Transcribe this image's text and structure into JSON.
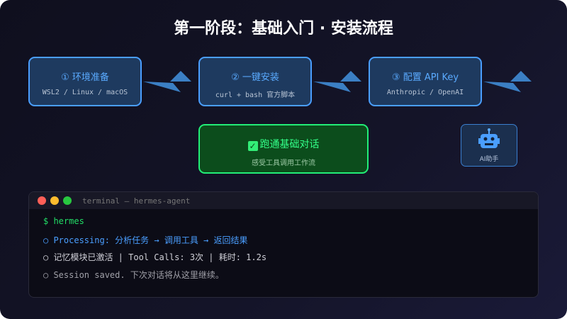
{
  "title": "第一阶段：基础入门 · 安装流程",
  "steps": [
    {
      "title": "① 环境准备",
      "sub": "WSL2 / Linux / macOS"
    },
    {
      "title": "② 一键安装",
      "sub": "curl + bash 官方脚本"
    },
    {
      "title": "③ 配置 API Key",
      "sub": "Anthropic / OpenAI"
    }
  ],
  "goal": {
    "title": "跑通基础对话",
    "sub": "感受工具调用工作流"
  },
  "assistant": {
    "label": "AI助手"
  },
  "terminal": {
    "title": "terminal — hermes-agent",
    "lines": [
      "$ hermes",
      "○ Processing: 分析任务 → 调用工具 → 返回结果",
      "○ 记忆模块已激活 | Tool Calls: 3次 | 耗时: 1.2s",
      "○ Session saved. 下次对话将从这里继续。"
    ]
  },
  "colors": {
    "accent": "#4a9eff",
    "success": "#22ee77"
  }
}
